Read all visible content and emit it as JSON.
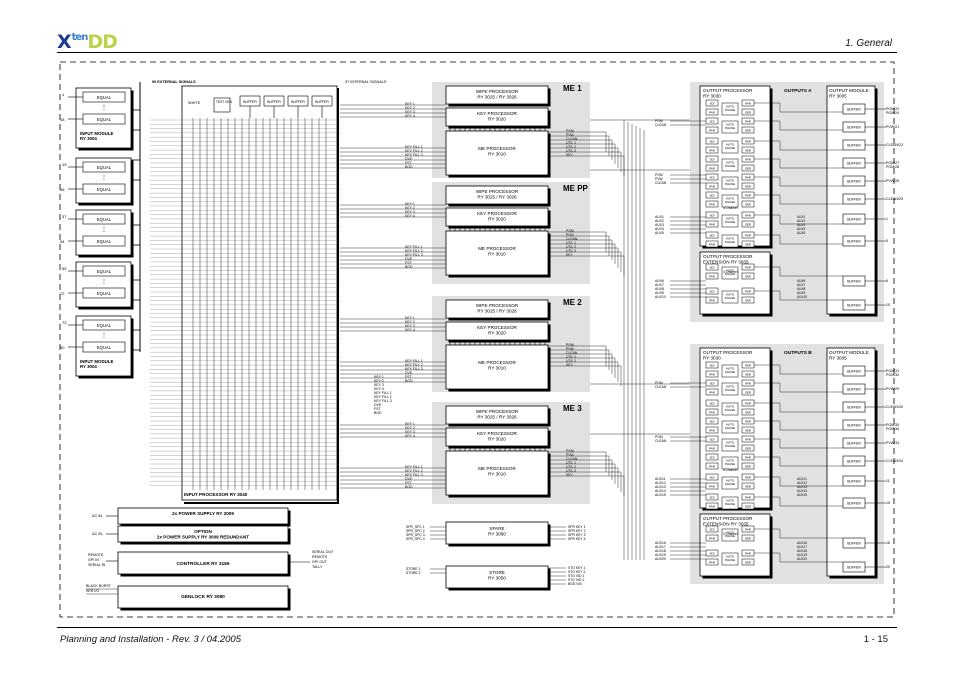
{
  "header": {
    "logo_x": "X",
    "logo_ten": "ten",
    "logo_dd": "DD",
    "section": "1. General"
  },
  "footer": {
    "left": "Planning and Installation  -  Rev. 3 / 04.2005",
    "right": "1 - 15"
  },
  "input_modules": [
    {
      "label": "INPUT MODULE\nRY 3004",
      "pins": [
        "1",
        "18"
      ]
    },
    {
      "label": "",
      "pins": [
        "19",
        "36"
      ]
    },
    {
      "label": "",
      "pins": [
        "37",
        "54"
      ]
    },
    {
      "label": "",
      "pins": [
        "55",
        "72"
      ]
    },
    {
      "label": "INPUT MODULE\nRY 3004",
      "pins": [
        "73",
        "90"
      ]
    }
  ],
  "equal": "EQUAL",
  "external_signals": "90 EXTERNAL SIGNALS",
  "internal_signals": "37 INTERNAL SIGNALS",
  "input_top": {
    "white": "WHITE",
    "test_gen": "TEST GEN",
    "buffer": "BUFFER"
  },
  "input_processor": "INPUT PROCESSOR RY 3040",
  "me_blocks": [
    {
      "title": "ME 1",
      "wipe": "WIPE PROCESSOR\nRY 3025 / RY 3026",
      "key": "KEY PROCESSOR\nRY 3020",
      "me": "ME PROCESSOR\nRY 3010",
      "key_in": [
        "KEY 1",
        "KEY 2",
        "KEY 3",
        "KEY 4"
      ],
      "fill_in": [
        "KEY FILL 1",
        "KEY FILL 2",
        "KEY FILL 3",
        "DVE",
        "FST",
        "BGD"
      ],
      "outs": [
        "PGM",
        "PVW",
        "CLEAN",
        "UTIL 1",
        "UTIL 2",
        "UTIL 3",
        "KEY"
      ]
    },
    {
      "title": "ME PP",
      "wipe": "WIPE PROCESSOR\nRY 3025 / RY 3026",
      "key": "KEY PROCESSOR\nRY 3020",
      "me": "ME PROCESSOR\nRY 3010",
      "key_in": [
        "KEY 1",
        "KEY 2",
        "KEY 3",
        "KEY 4"
      ],
      "fill_in": [
        "KEY FILL 1",
        "KEY FILL 2",
        "KEY FILL 3",
        "DVE",
        "FST",
        "BGD"
      ],
      "outs": [
        "PGM",
        "PVW",
        "CLEAN",
        "UTIL 1",
        "UTIL 2",
        "UTIL 3",
        "KEY"
      ]
    },
    {
      "title": "ME 2",
      "wipe": "WIPE PROCESSOR\nRY 3025 / RY 3026",
      "key": "KEY PROCESSOR\nRY 3020",
      "me": "ME PROCESSOR\nRY 3010",
      "key_in": [
        "KEY 1",
        "KEY 2",
        "KEY 3",
        "KEY 4"
      ],
      "fill_in": [
        "KEY FILL 1",
        "KEY FILL 2",
        "KEY FILL 3",
        "DVE",
        "FST",
        "BGD"
      ],
      "outs": [
        "PGM",
        "PVW",
        "CLEAN",
        "UTIL 1",
        "UTIL 2",
        "KEY"
      ]
    },
    {
      "title": "ME 3",
      "wipe": "WIPE PROCESSOR\nRY 3025 / RY 3026",
      "key": "KEY PROCESSOR\nRY 3020",
      "me": "ME PROCESSOR\nRY 3010",
      "key_in": [
        "KEY 1",
        "KEY 2",
        "KEY 3",
        "KEY 4"
      ],
      "fill_in": [
        "KEY FILL 1",
        "KEY FILL 2",
        "KEY FILL 3",
        "DVE",
        "FST",
        "BGD"
      ],
      "outs": [
        "PGM",
        "PVW",
        "CLEAN",
        "UTIL 1",
        "UTIL 2",
        "UTIL 3",
        "KEY"
      ]
    }
  ],
  "spare": {
    "label": "SPARE\nRY 3060",
    "ins": [
      "SPR_SPC 1",
      "SPR_SPC 2",
      "SPR_SPC 3",
      "SPR_SPC 4"
    ],
    "outs": [
      "SPR KEY 1",
      "SPR KEY 2",
      "SPR KEY 3",
      "SPR KEY 4"
    ]
  },
  "store": {
    "label": "STORE\nRY 3050",
    "ins": [
      "STORE 1",
      "STORE 2"
    ],
    "outs": [
      "STO KEY 1",
      "STO KEY 2",
      "STO VID 1",
      "STO VID 2",
      "BGD VID"
    ]
  },
  "power": [
    {
      "in": "AC IN",
      "label": "2x POWER SUPPLY RY 3009"
    },
    {
      "in": "AC IN",
      "label": "OPTION\n2x POWER SUPPLY RY 3009 REDUNDANT"
    }
  ],
  "controller": {
    "ins": [
      "REMOTE",
      "GPI IN",
      "SERIAL IN"
    ],
    "label": "CONTROLLER  RY 3156",
    "outs": [
      "SERIAL OUT",
      "REMOTE",
      "GPI OUT",
      "TALLY"
    ]
  },
  "genlock": {
    "ins": [
      "BLACK BURST",
      "SER I/O"
    ],
    "label": "GENLOCK RY 3080"
  },
  "output_groups": [
    {
      "title": "OUTPUTS A",
      "proc": "OUTPUT PROCESSOR\nRY 3030",
      "ext": "OUTPUT PROCESSOR\nEXTENSION  RY 3035",
      "module": "OUTPUT MODULE\nRY 3005",
      "in1": [
        "PGM",
        "CLEAN"
      ],
      "in2": [
        "PGM",
        "PVW",
        "CLEAN"
      ],
      "aux_a": [
        "AUX1",
        "AUX2",
        "AUX3",
        "AUX4",
        "AUX5"
      ],
      "aux_b": [
        "AUX6",
        "AUX7",
        "AUX8",
        "AUX9",
        "AUX10"
      ],
      "aux_out": [
        "AUX1",
        "AUX2",
        "AUX3",
        "AUX4",
        "AUX5"
      ],
      "aux_out2": [
        "AUX6",
        "AUX7",
        "AUX8",
        "AUX9",
        "AUX10"
      ],
      "outs": [
        "PGM/22\nPGM/24",
        "PVW/21",
        "CLEAN/23",
        "PGM/27\nPGM/28",
        "PVW/26",
        "CLEAN/25",
        "1",
        "5",
        "6",
        "10"
      ]
    },
    {
      "title": "OUTPUTS B",
      "proc": "OUTPUT PROCESSOR\nRY 3030",
      "ext": "OUTPUT PROCESSOR\nEXTENSION  RY 3035",
      "module": "OUTPUT MODULE\nRY 3005",
      "in1": [
        "PGM",
        "CLEAN"
      ],
      "in2": [
        "PGM",
        "CLEAN"
      ],
      "aux_a": [
        "AUX11",
        "AUX12",
        "AUX13",
        "AUX14",
        "AUX15"
      ],
      "aux_b": [
        "AUX16",
        "AUX17",
        "AUX18",
        "AUX19",
        "AUX20"
      ],
      "aux_out": [
        "AUX11",
        "AUX12",
        "AUX13",
        "AUX14",
        "AUX15"
      ],
      "aux_out2": [
        "AUX16",
        "AUX17",
        "AUX18",
        "AUX19",
        "AUX20"
      ],
      "outs": [
        "PGM/31\nPGM/32",
        "PVW/29",
        "CLEAN/30",
        "PGM/35\nPGM/36",
        "PVW/33",
        "CLEAN/34",
        "11",
        "15",
        "16",
        "20"
      ]
    }
  ],
  "op_cell": {
    "sdi": "SDI",
    "auto": "AUTO\nPHASE",
    "ser": "SER",
    "par": "PAR",
    "channel": "4 Channel",
    "buffer": "BUFFER"
  }
}
